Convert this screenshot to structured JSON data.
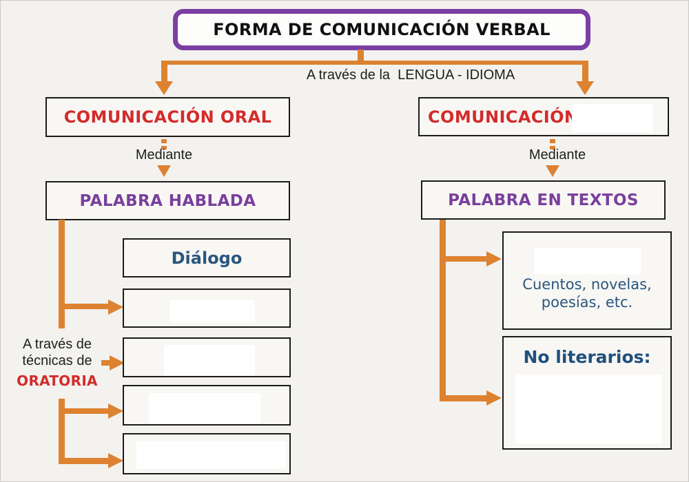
{
  "title": "FORMA DE COMUNICACIÓN VERBAL",
  "labels": {
    "via_language": "A través de la  LENGUA - IDIOMA",
    "mediante_left": "Mediante",
    "mediante_right": "Mediante",
    "oratoria": {
      "line1": "A través de",
      "line2": "técnicas de",
      "line3": "ORATORIA"
    }
  },
  "left_branch": {
    "heading": "COMUNICACIÓN ORAL",
    "subheading": "PALABRA HABLADA",
    "items": [
      {
        "label": "Diálogo",
        "blank": false
      },
      {
        "label": "",
        "blank": true
      },
      {
        "label": "",
        "blank": true
      },
      {
        "label": "",
        "blank": true
      },
      {
        "label": "",
        "blank": true
      }
    ]
  },
  "right_branch": {
    "heading": "COMUNICACIÓN",
    "heading_has_blank_patch": true,
    "subheading": "PALABRA EN TEXTOS",
    "literary_box": {
      "has_blank_patch": true,
      "line1": "Cuentos, novelas,",
      "line2": "poesías, etc."
    },
    "non_literary_box": {
      "title": "No literarios:",
      "has_blank_patch": true
    }
  },
  "colors": {
    "background": "#f3f2ef",
    "orange_connector": "#dd8230",
    "title_border_purple": "#7b3fa3",
    "red_text": "#d32b2b",
    "purple_text": "#7a3f9d",
    "teal_text": "#2a567e",
    "dark_blue_text": "#20507d",
    "box_border": "#1a1a1a"
  }
}
